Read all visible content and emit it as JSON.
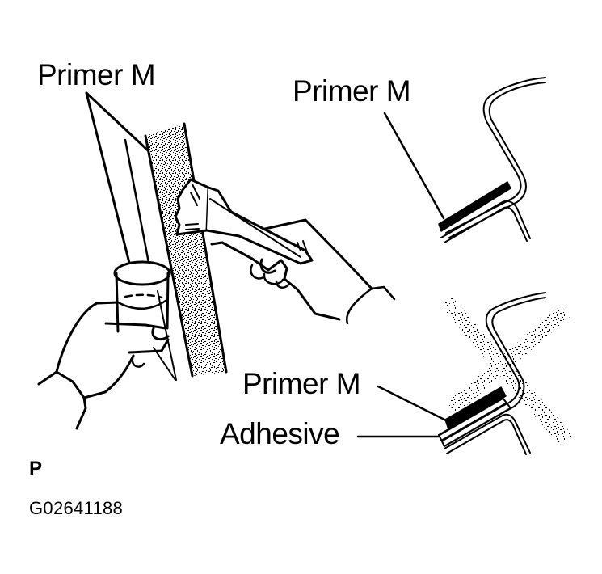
{
  "figure": {
    "callouts": {
      "top_left": "Primer M",
      "top_right": "Primer M",
      "bottom_right_primer": "Primer M",
      "bottom_right_adhesive": "Adhesive"
    },
    "corner_mark": "P",
    "figure_id": "G02641188",
    "panels": [
      {
        "name": "brush-application",
        "description": "Hand holding cup of primer while other hand applies Primer M with a brush to body flange"
      },
      {
        "name": "correct-application",
        "description": "Cross section: Primer M applied on flange (correct)"
      },
      {
        "name": "incorrect-application",
        "description": "Cross section with adhesive and primer, crossed out (incorrect)"
      }
    ],
    "colors": {
      "ink": "#000000",
      "paper": "#ffffff"
    }
  }
}
